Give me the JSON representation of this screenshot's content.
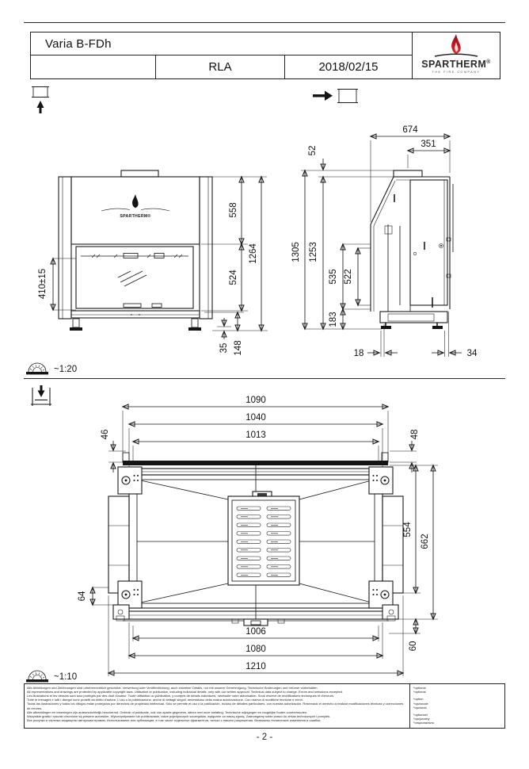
{
  "title_block": {
    "model": "Varia B-FDh",
    "revision": "RLA",
    "date": "2018/02/15",
    "brand": {
      "name": "SPARTHERM",
      "registered": "®",
      "tagline": "THE FIRE COMPANY"
    }
  },
  "colors": {
    "line": "#1a1a1a",
    "flame_red": "#c41420",
    "flame_dark": "#8a1016"
  },
  "views": {
    "front": {
      "appliance_logo": "SPARTHERM®",
      "dims": {
        "door_height": "410±15",
        "hood_section": "558",
        "door_section": "524",
        "total_height": "1264",
        "foot_height": "35",
        "base_height": "148"
      }
    },
    "side": {
      "dims": {
        "total_depth": "674",
        "flue_to_back": "351",
        "collar_height": "52",
        "total_height": "1305",
        "body_height": "1253",
        "glass_outer": "535",
        "glass_inner": "522",
        "base_height": "183",
        "front_foot_offset": "18",
        "back_foot_offset": "34"
      }
    },
    "plan": {
      "dims": {
        "width_outer": "1090",
        "width_frame": "1040",
        "width_glass": "1013",
        "front_offset_left": "46",
        "front_offset_right": "48",
        "depth_inner": "554",
        "depth_outer": "662",
        "side_offset_left": "64",
        "back_offset_right": "60",
        "back_width_inner": "1006",
        "back_width_frame": "1080",
        "back_width_outer": "1210"
      }
    }
  },
  "scales": {
    "upper": "~1:20",
    "lower": "~1:10"
  },
  "footer": {
    "legal": [
      "Alle Abbildungen und Zeichnungen sind urheberrechtlich geschützt. Verwertung oder Veröffentlichung, auch einzelner Details, nur mit unserer Genehmigung. Technische Änderungen und Irrtümer vorbehalten.",
      "All representations and drawings are protected by applicable copyright laws. Utilisation or publication, including individual details, only with our written approval. Technical data subject to change. Errors and omissions excepted.",
      "Les illustrations et les dessins sont tous protégés par des droit d'auteur. Toute utilisation ou publication, y compris de détails individuels, nécessite notre autorisation. Sous réserve de modifications techniques et d'erreurs.",
      "Tutte le immagini e tutti i disegni sono protetti da diritto d'autore. L'uso o la pubblicazione, anche di dettagli singoli, necessitano della nostra autorizzazione. Con riserva di modifiche tecniche e errori.",
      "Todas las ilustraciones y todos los dibujos están protegidos por derechos de propiedad intelectual. Sólo se permite el uso o la publicación, incluso de detalles particulares, con nuestra autorización. Reservado el derecho a realizar modificaciones técnicas y correcciones de errores.",
      "Alle afbeeldingen en tekeningen zijn auteursrechtelijk beschermd. Gebruik of publicatie, ook van aparte gegevens, alleen met onze toelating. Technische wijzigingen en mogelijke fouten voorbehouden.",
      "Wszystkie grafiki i rysunki chronione są prawem autorskim. Wykorzystywanie lub publikowanie, także pojedynczych szczegółów, wyłącznie za naszą zgodą. Zastrzegamy sobie prawo do zmian technicznych i pomyłek.",
      "Все рисунки и чертежи защищены авторским правом. Использование или публикация, в том числе отдельных фрагментов, только с нашего разрешения. Возможны технические изменения и ошибки."
    ],
    "optional_notes": [
      [
        "*optional",
        "*optional"
      ],
      [
        "*option",
        "*opzionale",
        "*opcional"
      ],
      [
        "*optioneel",
        "*opcjonalny",
        "*опционально"
      ]
    ],
    "page_number": "- 2 -"
  }
}
